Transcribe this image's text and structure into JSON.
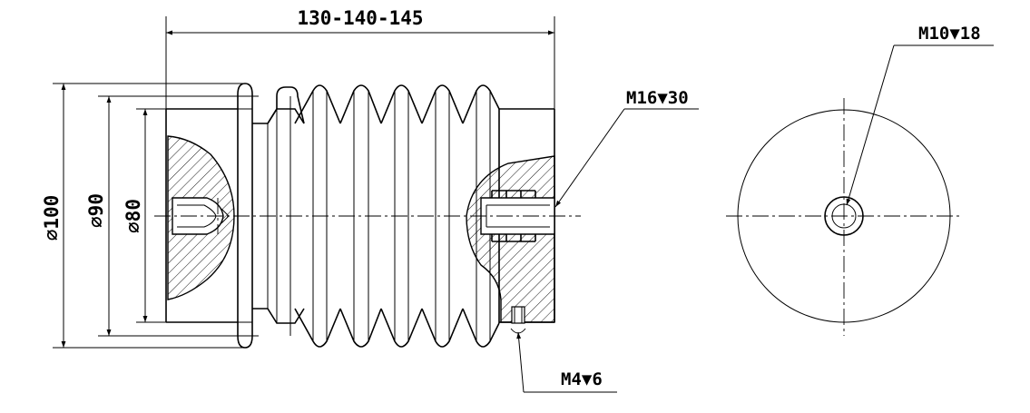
{
  "drawing": {
    "length_dimension": "130-140-145",
    "diameters": {
      "outer": "⌀100",
      "mid": "⌀90",
      "inner": "⌀80"
    },
    "threads": {
      "right_end": "M16▼30",
      "bottom_hole": "M4▼6",
      "end_view": "M10▼18"
    }
  }
}
